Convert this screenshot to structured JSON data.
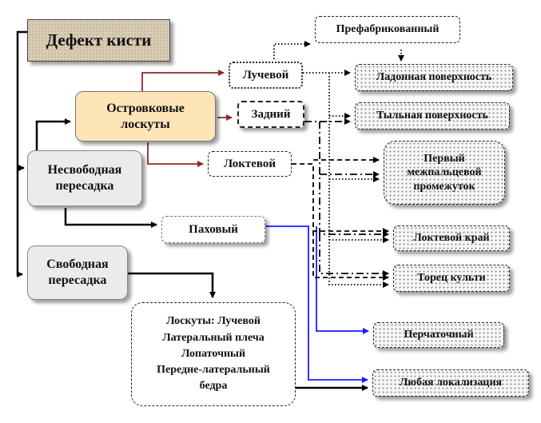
{
  "nodes": {
    "defect": "Дефект кисти",
    "island_flaps": "Островковые\nлоскуты",
    "nonfree_transfer": "Несвободная\nпересадка",
    "free_transfer": "Свободная\nпересадка",
    "flaps_list": "Лоскуты:  Лучевой\nЛатеральный плеча\nЛопаточный\nПередне-латеральный\nбедра",
    "radial": "Лучевой",
    "posterior": "Задний",
    "ulnar": "Локтевой",
    "inguinal": "Паховый",
    "prefabricated": "Префабрикованный",
    "palmar_surface": "Ладонная поверхность",
    "dorsal_surface": "Тыльная поверхность",
    "first_interdigital": "Первый\nмежпальцевой\nпромежуток",
    "ulnar_edge": "Локтевой край",
    "stump_end": "Торец культи",
    "glove": "Перчаточный",
    "any_location": "Любая локализация"
  },
  "colors": {
    "defect_fill": "#d9ccb4",
    "island_fill": "#fde5b8",
    "transfer_fill": "#ebebeb",
    "red_arrow": "#8b2b2b",
    "blue_arrow": "#1a1aff",
    "black_arrow": "#000000"
  }
}
